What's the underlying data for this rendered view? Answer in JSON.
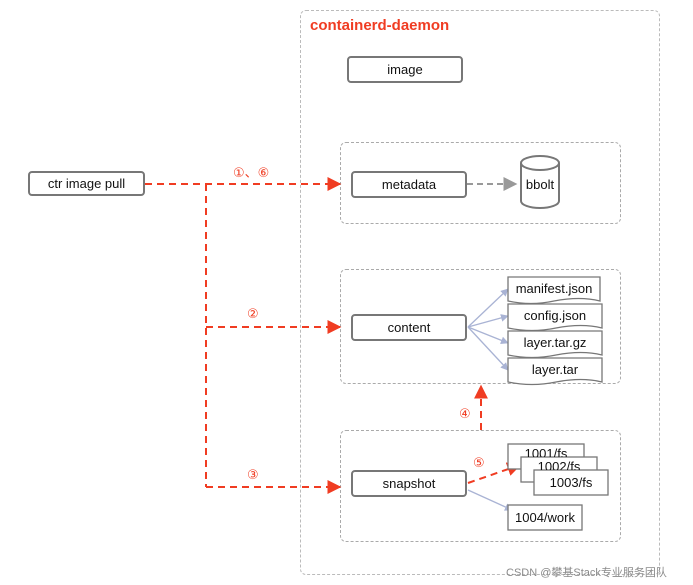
{
  "daemon": {
    "title": "containerd-daemon"
  },
  "client": {
    "label": "ctr image pull"
  },
  "image": {
    "label": "image"
  },
  "metadata": {
    "label": "metadata",
    "store": "bbolt"
  },
  "content": {
    "label": "content",
    "files": [
      "manifest.json",
      "config.json",
      "layer.tar.gz",
      "layer.tar"
    ]
  },
  "snapshot": {
    "label": "snapshot",
    "dirs": [
      "1001/fs",
      "1002/fs",
      "1003/fs",
      "1004/work"
    ]
  },
  "steps": {
    "metadata": "①、⑥",
    "content": "②",
    "snapshot": "③",
    "snapshot_to_content": "④",
    "snapshot_to_dirs": "⑤"
  },
  "colors": {
    "accent": "#f03c22",
    "border": "#777777",
    "dashed": "#aaaaaa",
    "connector": "#a9b3d4"
  },
  "watermark": "CSDN @攀基Stack专业服务团队"
}
